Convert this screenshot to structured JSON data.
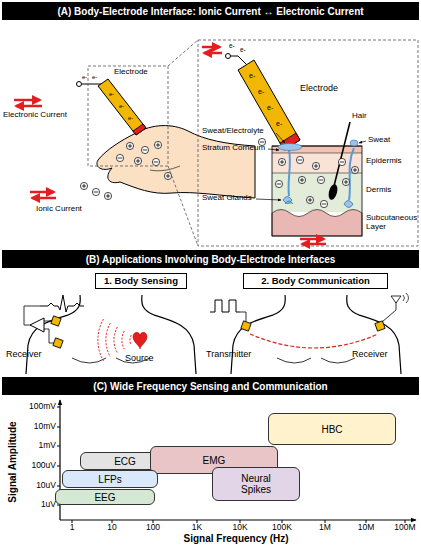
{
  "diagram": {
    "nodes": [
      {
        "text": [
          "(A) Body-Electrode Interface: Ionic Current ↔ Electronic Current"
        ]
      },
      {
        "text": [
          "(B) Applications Involving Body-Electrode Interfaces"
        ]
      },
      {
        "text": [
          "1. Body Sensing"
        ]
      },
      {
        "text": [
          "2. Body Communication"
        ]
      },
      {
        "text": [
          "(C) Wide Frequency Sensing and Communication"
        ]
      },
      {
        "text": [
          "HBC"
        ]
      },
      {
        "text": [
          "ECG"
        ]
      },
      {
        "text": [
          "EMG"
        ]
      },
      {
        "text": [
          "LFPs"
        ]
      },
      {
        "text": [
          "Neural Spikes"
        ]
      },
      {
        "text": [
          "EEG"
        ]
      }
    ],
    "labels": [
      "e-",
      "e-",
      "Electronic Current",
      "Electrode",
      "e-",
      "e-",
      "e-",
      "Ionic Current",
      "e-",
      "e-",
      "Electrode",
      "e-",
      "e-",
      "e-",
      "e-",
      "Sweat/Electrolyte",
      "Stratum Corneum",
      "Hair",
      "Sweat",
      "Epidermis",
      "Dermis",
      "Sweat Glands",
      "Subcutaneous Layer",
      "Receiver",
      "Source",
      "Transmitter",
      "Receiver",
      "100mV",
      "10mV",
      "1mV",
      "100uV",
      "10uV",
      "1uV",
      "1",
      "10",
      "100",
      "1K",
      "10K",
      "100K",
      "1M",
      "10M",
      "100M",
      "Signal Amplitude",
      "Signal Frequency (Hz)"
    ]
  }
}
